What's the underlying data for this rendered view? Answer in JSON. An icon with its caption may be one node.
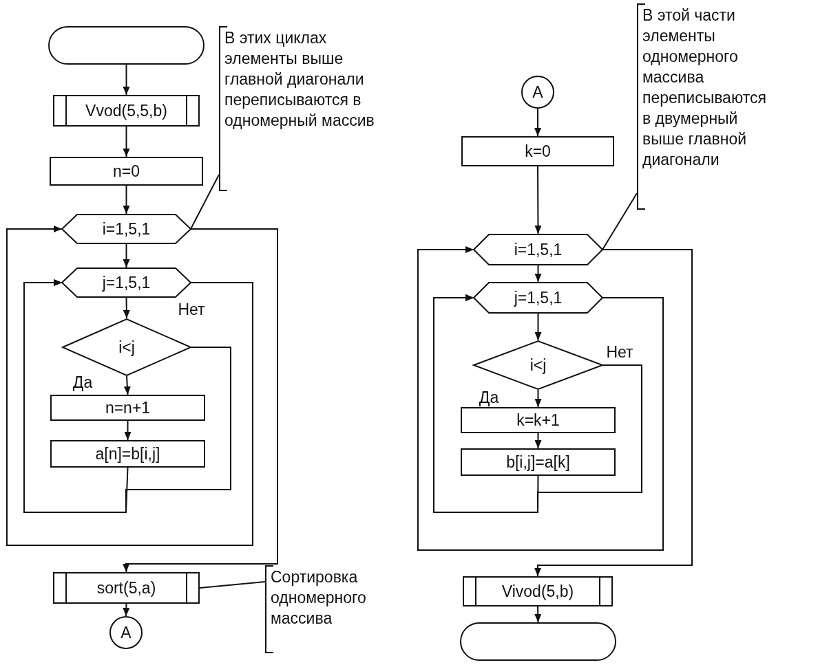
{
  "diagram": {
    "nodes": [
      {
        "text": [],
        "shape": "oval"
      },
      {
        "text": [
          "Vvod(5,5,b)"
        ]
      },
      {
        "text": [
          "n=0"
        ]
      },
      {
        "text": [
          "i=1,5,1"
        ]
      },
      {
        "text": [
          "j=1,5,1"
        ]
      },
      {
        "text": [
          "i<j"
        ]
      },
      {
        "text": [
          "n=n+1"
        ]
      },
      {
        "text": [
          "a[n]=b[i,j]"
        ]
      },
      {
        "text": [
          "sort(5,a)"
        ]
      },
      {
        "text": [
          "A"
        ]
      },
      {
        "text": [
          "В этих циклах элементы выше главной диагонали переписываются в одномерный массив"
        ]
      },
      {
        "text": [
          "Сортировка одномерного массива"
        ]
      },
      {
        "text": [
          "A"
        ]
      },
      {
        "text": [
          "k=0"
        ]
      },
      {
        "text": [
          "i=1,5,1"
        ]
      },
      {
        "text": [
          "j=1,5,1"
        ]
      },
      {
        "text": [
          "i<j"
        ]
      },
      {
        "text": [
          "k=k+1"
        ]
      },
      {
        "text": [
          "b[i,j]=a[k]"
        ]
      },
      {
        "text": [
          "Vivod(5,b)"
        ]
      },
      {
        "text": [],
        "shape": "oval"
      },
      {
        "text": [
          "В этой части элементы одномерного массива переписываются в двумерный выше главной диагонали"
        ]
      }
    ],
    "edges": [
      {
        "from": 0,
        "to": 1,
        "arrow": "to"
      },
      {
        "from": 1,
        "to": 2,
        "arrow": "to"
      },
      {
        "from": 2,
        "to": 3,
        "arrow": "to"
      },
      {
        "from": 3,
        "to": 4,
        "arrow": "to"
      },
      {
        "from": 4,
        "to": 5,
        "arrow": "to"
      },
      {
        "from": 5,
        "to": 6,
        "arrow": "to",
        "label": "Да"
      },
      {
        "from": 6,
        "to": 7,
        "arrow": "to"
      },
      {
        "from": 7,
        "to": 4,
        "arrow": "to"
      },
      {
        "from": 5,
        "to": 4,
        "arrow": "to",
        "label": "Нет"
      },
      {
        "from": 4,
        "to": 3,
        "arrow": "to"
      },
      {
        "from": 3,
        "to": 8,
        "arrow": "to"
      },
      {
        "from": 8,
        "to": 9,
        "arrow": "to"
      },
      {
        "from": 10,
        "to": 3,
        "arrow": "none"
      },
      {
        "from": 11,
        "to": 8,
        "arrow": "none"
      },
      {
        "from": 12,
        "to": 13,
        "arrow": "to"
      },
      {
        "from": 13,
        "to": 14,
        "arrow": "to"
      },
      {
        "from": 14,
        "to": 15,
        "arrow": "to"
      },
      {
        "from": 15,
        "to": 16,
        "arrow": "to"
      },
      {
        "from": 16,
        "to": 17,
        "arrow": "to",
        "label": "Да"
      },
      {
        "from": 17,
        "to": 18,
        "arrow": "to"
      },
      {
        "from": 18,
        "to": 15,
        "arrow": "to"
      },
      {
        "from": 16,
        "to": 15,
        "arrow": "to",
        "label": "Нет"
      },
      {
        "from": 15,
        "to": 14,
        "arrow": "to"
      },
      {
        "from": 14,
        "to": 19,
        "arrow": "to"
      },
      {
        "from": 19,
        "to": 20,
        "arrow": "to"
      },
      {
        "from": 21,
        "to": 14,
        "arrow": "none"
      }
    ]
  }
}
